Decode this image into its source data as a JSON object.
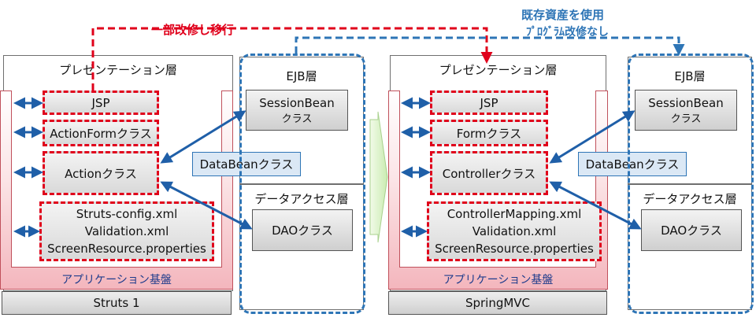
{
  "top": {
    "migrate_label": "一部改修し移行",
    "reuse_line1": "既存資産を使用",
    "reuse_line2": "ﾌﾟﾛｸﾞﾗﾑ改修なし"
  },
  "left": {
    "presentation_title": "プレゼンテーション層",
    "jsp": "JSP",
    "form": "ActionFormクラス",
    "action": "Actionクラス",
    "config": [
      "Struts-config.xml",
      "Validation.xml",
      "ScreenResource.properties"
    ],
    "base_label": "アプリケーション基盤",
    "framework": "Struts 1",
    "ejb_title": "EJB層",
    "session_line1": "SessionBean",
    "session_line2": "クラス",
    "databean": "DataBeanクラス",
    "data_layer_title": "データアクセス層",
    "dao": "DAOクラス"
  },
  "right": {
    "presentation_title": "プレゼンテーション層",
    "jsp": "JSP",
    "form": "Formクラス",
    "controller": "Controllerクラス",
    "config": [
      "ControllerMapping.xml",
      "Validation.xml",
      "ScreenResource.properties"
    ],
    "base_label": "アプリケーション基盤",
    "framework": "SpringMVC",
    "ejb_title": "EJB層",
    "session_line1": "SessionBean",
    "session_line2": "クラス",
    "databean": "DataBeanクラス",
    "data_layer_title": "データアクセス層",
    "dao": "DAOクラス"
  },
  "colors": {
    "migrate": "#e0001b",
    "reuse": "#2e75b6",
    "arrow_blue": "#1f5fa8"
  }
}
